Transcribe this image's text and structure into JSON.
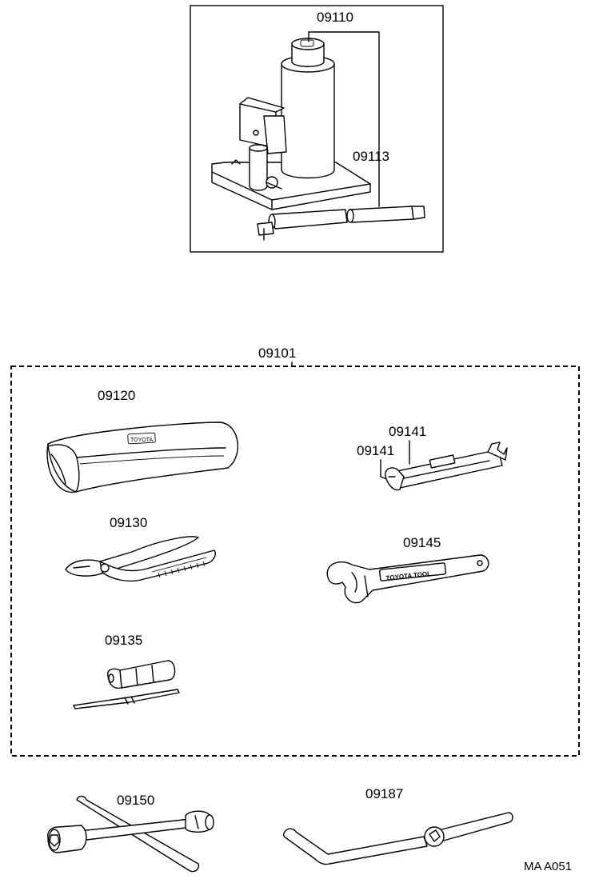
{
  "labels": {
    "jack_assembly": "09110",
    "jack_handle": "09113",
    "tool_set": "09101",
    "tool_bag": "09120",
    "pliers": "09130",
    "screwdriver": "09135",
    "spanner_a": "09141",
    "spanner_b": "09141",
    "adjustable_wrench": "09145",
    "wheel_nut_wrench": "09150",
    "crank_handle": "09187",
    "drawing_code": "MA A051"
  },
  "text_marks": {
    "bag_emblem": "TOYOTA",
    "wrench_text": "TOYOTA TOOL"
  }
}
